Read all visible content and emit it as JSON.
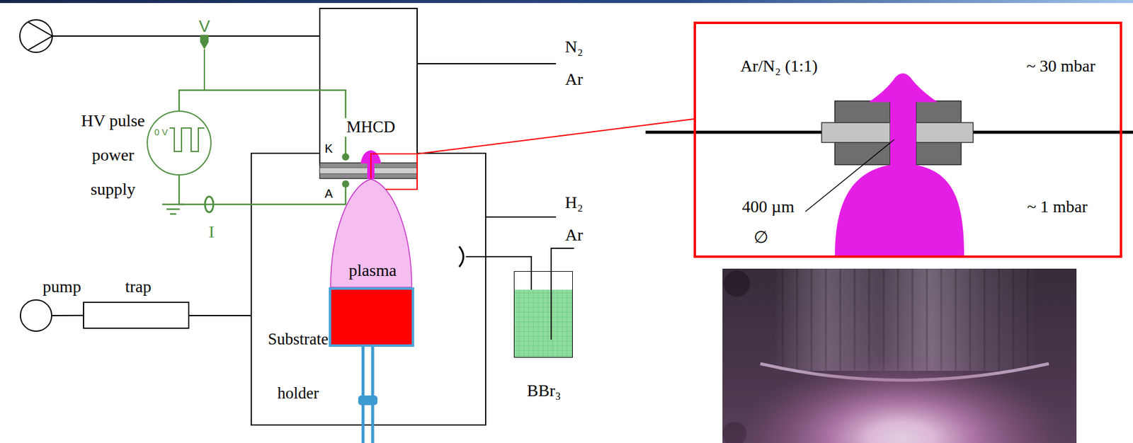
{
  "diagram": {
    "nodes": [
      {
        "text": [
          "pump"
        ]
      },
      {
        "text": [
          "trap"
        ]
      },
      {
        "text": [
          "HV pulse power supply",
          "0 V"
        ]
      },
      {
        "text": [
          "plasma"
        ]
      },
      {
        "text": [
          "Substrate holder"
        ]
      },
      {
        "text": [
          "BBr₃"
        ]
      },
      {
        "text": [
          "Ar/N₂ (1:1)",
          "~ 30 mbar",
          "400 µm",
          "∅",
          "~ 1 mbar"
        ]
      }
    ],
    "edges": [
      {
        "from": 0,
        "to": 1,
        "arrow": "none"
      }
    ],
    "labels": [
      "N₂",
      "Ar",
      "H₂",
      "Ar",
      "V",
      "I",
      "K",
      "A",
      "MHCD"
    ]
  }
}
